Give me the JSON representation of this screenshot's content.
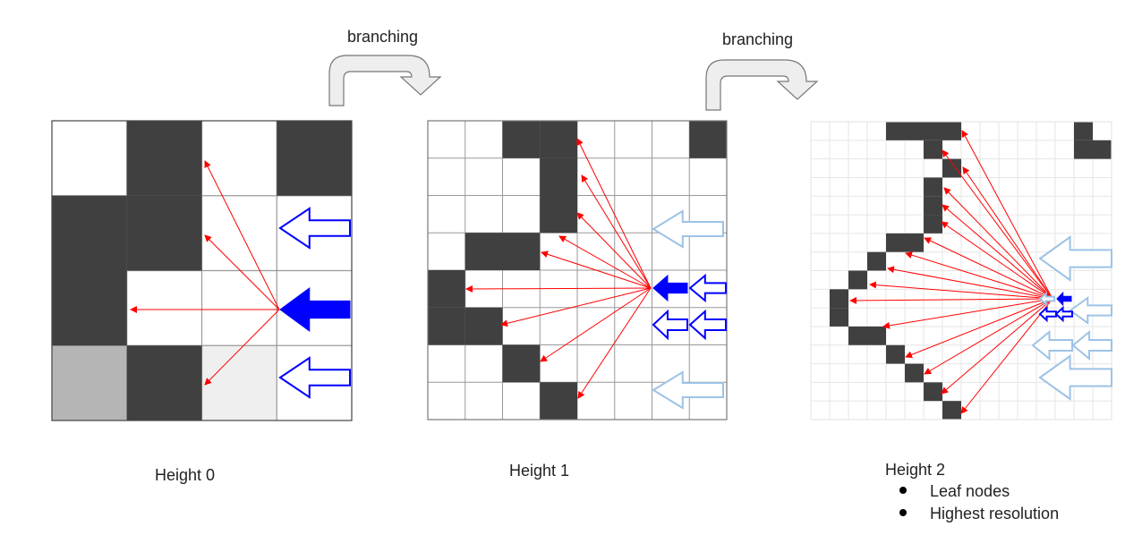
{
  "labels": {
    "branching": "branching",
    "height0": "Height 0",
    "height1": "Height 1",
    "height2": "Height 2"
  },
  "bullets": [
    "Leaf nodes",
    "Highest resolution"
  ],
  "colors": {
    "occupied": "#404040",
    "partial": "#b5b5b5",
    "light": "#efefef",
    "ray": "#ff0000",
    "arrow_strong": "#0000ff",
    "arrow_faded": "#9dc3e6",
    "grid_line": "#999999",
    "fine_grid_line": "#e6e6e6",
    "curved_arrow_fill": "#eeeeee",
    "curved_arrow_stroke": "#777777"
  },
  "grids": [
    {
      "id": "height0",
      "n": 4,
      "dark": [
        [
          0,
          1
        ],
        [
          0,
          3
        ],
        [
          1,
          0
        ],
        [
          1,
          1
        ],
        [
          2,
          0
        ],
        [
          3,
          1
        ]
      ],
      "gray": [
        [
          3,
          0
        ]
      ],
      "light": [
        [
          3,
          2
        ]
      ]
    },
    {
      "id": "height1",
      "n": 8,
      "dark": [
        [
          0,
          2
        ],
        [
          0,
          3
        ],
        [
          0,
          7
        ],
        [
          1,
          3
        ],
        [
          2,
          3
        ],
        [
          3,
          1
        ],
        [
          3,
          2
        ],
        [
          4,
          0
        ],
        [
          5,
          0
        ],
        [
          5,
          1
        ],
        [
          6,
          2
        ],
        [
          7,
          3
        ]
      ],
      "gray": [],
      "light": []
    },
    {
      "id": "height2",
      "n": 16,
      "dark": [
        [
          0,
          4
        ],
        [
          0,
          5
        ],
        [
          0,
          6
        ],
        [
          0,
          7
        ],
        [
          0,
          14
        ],
        [
          1,
          6
        ],
        [
          1,
          14
        ],
        [
          1,
          15
        ],
        [
          2,
          7
        ],
        [
          3,
          6
        ],
        [
          4,
          6
        ],
        [
          5,
          6
        ],
        [
          6,
          4
        ],
        [
          6,
          5
        ],
        [
          7,
          3
        ],
        [
          8,
          2
        ],
        [
          9,
          1
        ],
        [
          10,
          1
        ],
        [
          11,
          2
        ],
        [
          11,
          3
        ],
        [
          12,
          4
        ],
        [
          13,
          5
        ],
        [
          14,
          6
        ],
        [
          15,
          7
        ]
      ],
      "gray": [],
      "light": []
    }
  ]
}
